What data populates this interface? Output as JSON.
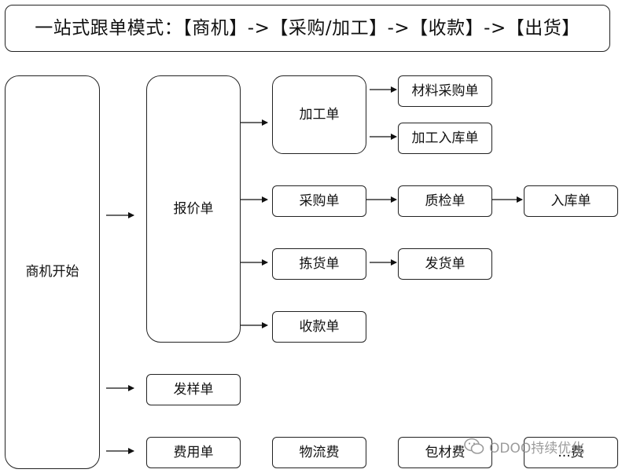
{
  "title": "一站式跟单模式：【商机】->【采购/加工】->【收款】->【出货】",
  "nodes": {
    "start": "商机开始",
    "quote": "报价单",
    "processing": "加工单",
    "material_purchase": "材料采购单",
    "processing_inbound": "加工入库单",
    "purchase": "采购单",
    "quality_check": "质检单",
    "inbound": "入库单",
    "picking": "拣货单",
    "delivery": "发货单",
    "receipt": "收款单",
    "sample": "发样单",
    "expense": "费用单",
    "logistics_fee": "物流费",
    "packaging_fee": "包材费",
    "other_fee": "...费"
  },
  "watermark": {
    "text": "ODOO持续优化",
    "icon": "wechat-icon"
  }
}
